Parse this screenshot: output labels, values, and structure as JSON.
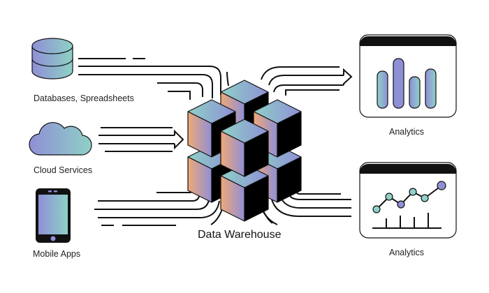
{
  "sources": [
    {
      "id": "databases",
      "label": "Databases,   Spreadsheets",
      "icon": "database-icon"
    },
    {
      "id": "cloud",
      "label": "Cloud Services",
      "icon": "cloud-icon"
    },
    {
      "id": "mobile",
      "label": "Mobile Apps",
      "icon": "mobile-phone-icon"
    }
  ],
  "hub": {
    "label": "Data Warehouse",
    "icon": "cube-cluster-icon"
  },
  "outputs": [
    {
      "id": "analytics-bar",
      "label": "Analytics",
      "icon": "bar-chart-window-icon"
    },
    {
      "id": "analytics-line",
      "label": "Analytics",
      "icon": "line-chart-window-icon"
    }
  ],
  "colors": {
    "purple": "#8f8fd6",
    "teal": "#8ed1c6",
    "orange": "#f0a877",
    "stroke": "#111111"
  }
}
